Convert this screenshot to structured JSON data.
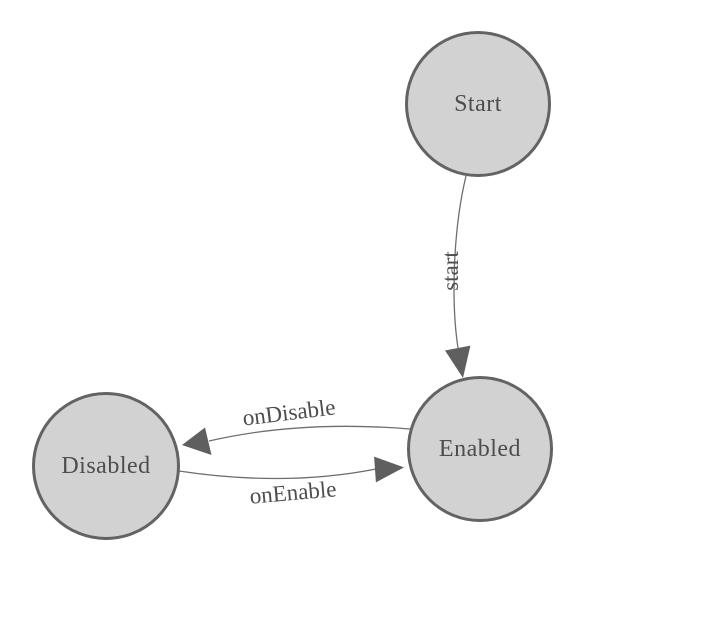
{
  "diagram": {
    "type": "state-machine-graph",
    "background_color": "#ffffff",
    "node_fill_color": "#d2d2d2",
    "node_border_color": "#636363",
    "edge_color": "#6e6e6e",
    "arrowhead_color": "#5f5f5f",
    "label_color": "#4d4d4d",
    "nodes": [
      {
        "id": "start",
        "label": "Start"
      },
      {
        "id": "enabled",
        "label": "Enabled"
      },
      {
        "id": "disabled",
        "label": "Disabled"
      }
    ],
    "edges": [
      {
        "from": "Start",
        "to": "Enabled",
        "label": "start"
      },
      {
        "from": "Enabled",
        "to": "Disabled",
        "label": "onDisable"
      },
      {
        "from": "Disabled",
        "to": "Enabled",
        "label": "onEnable"
      }
    ]
  }
}
